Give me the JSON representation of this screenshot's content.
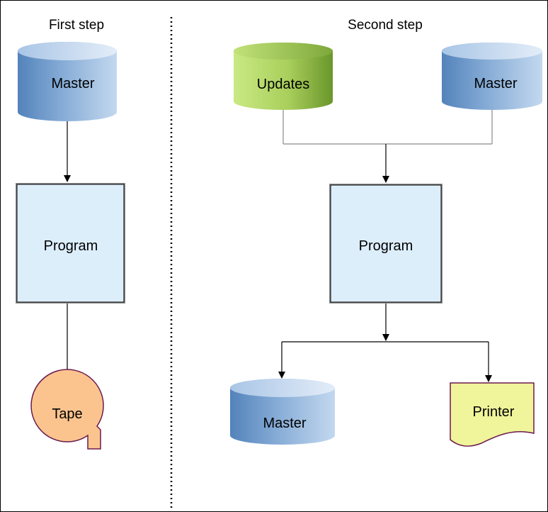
{
  "steps": {
    "first": "First step",
    "second": "Second step"
  },
  "nodes": {
    "first_master": "Master",
    "first_program": "Program",
    "tape": "Tape",
    "updates": "Updates",
    "second_master_in": "Master",
    "second_program": "Program",
    "second_master_out": "Master",
    "printer": "Printer"
  },
  "colors": {
    "disk_blue_dark": "#5a8ac0",
    "disk_blue_light": "#b7d0ec",
    "disk_green_dark": "#6f9a2c",
    "disk_green_light": "#d3ee8e",
    "program_fill": "#ddeefb",
    "tape_fill": "#fbc48f",
    "tape_stroke": "#6b1a4e",
    "printer_fill": "#f0f49a",
    "printer_stroke": "#6b1a4e",
    "connector_gray": "#8a8a8a"
  }
}
